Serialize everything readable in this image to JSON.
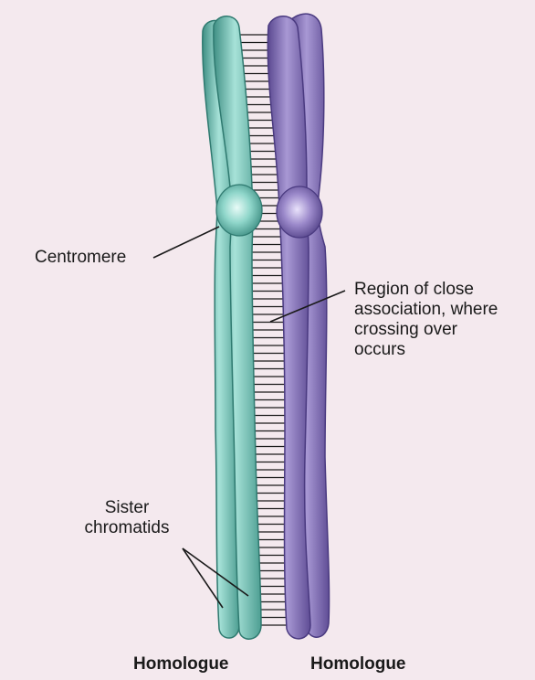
{
  "labels": {
    "centromere": "Centromere",
    "region_line1": "Region of close",
    "region_line2": "association, where",
    "region_line3": "crossing over",
    "region_line4": "occurs",
    "sister_line1": "Sister",
    "sister_line2": "chromatids",
    "homologue_left": "Homologue",
    "homologue_right": "Homologue"
  },
  "colors": {
    "background": "#f4e9ee",
    "left_chromosome": "#7fc9bd",
    "left_chromosome_dark": "#3f8f84",
    "right_chromosome": "#8a78b8",
    "right_chromosome_dark": "#5a4890",
    "synaptonemal_lines": "#1a1a1a"
  }
}
